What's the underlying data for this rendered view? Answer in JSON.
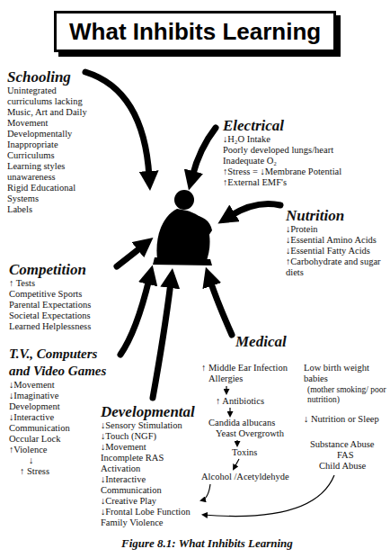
{
  "diagram": {
    "title": "What Inhibits Learning",
    "caption": "Figure 8.1: What Inhibits Learning",
    "labels": [
      "Schooling",
      "Unintegrated curriculums lacking Music, Art and Daily Movement",
      "Developmentally Inappropriate Curriculums",
      "Learning styles unawareness",
      "Rigid Educational Systems",
      "Labels",
      "Electrical",
      "↓H₂O Intake",
      "Poorly developed lungs/heart",
      "Inadequate O₂",
      "↑Stress = ↓Membrane Potential",
      "↑External EMF's",
      "Nutrition",
      "↓Protein",
      "↓Essential Amino Acids",
      "↓Essential Fatty Acids",
      "↑Carbohydrate and sugar diets",
      "Competition",
      "↑ Tests",
      "Competitive Sports",
      "Parental Expectations",
      "Societal Expectations",
      "Learned Helplessness",
      "T.V., Computers and Video Games",
      "↓Movement",
      "↓Imaginative Development",
      "↓Interactive Communication",
      "Occular Lock",
      "↑Violence",
      "↓",
      "↑ Stress",
      "Developmental",
      "↓Sensory Stimulation",
      "↓Touch (NGF)",
      "↓Movement",
      "Incomplete RAS Activation",
      "↓Interactive Communication",
      "↓Creative Play",
      "↓Frontal Lobe Function",
      "Family Violence",
      "Medical",
      "↑ Middle Ear Infection",
      "Allergies",
      "↑ Antibiotics",
      "Candida albucans",
      "Yeast Overgrowth",
      "Toxins",
      "Alcohol /Acetyldehyde",
      "Low birth weight babies",
      "(mother smoking/ poor nutrition)",
      "↓ Nutrition or Sleep",
      "Substance Abuse",
      "FAS",
      "Child Abuse"
    ]
  }
}
